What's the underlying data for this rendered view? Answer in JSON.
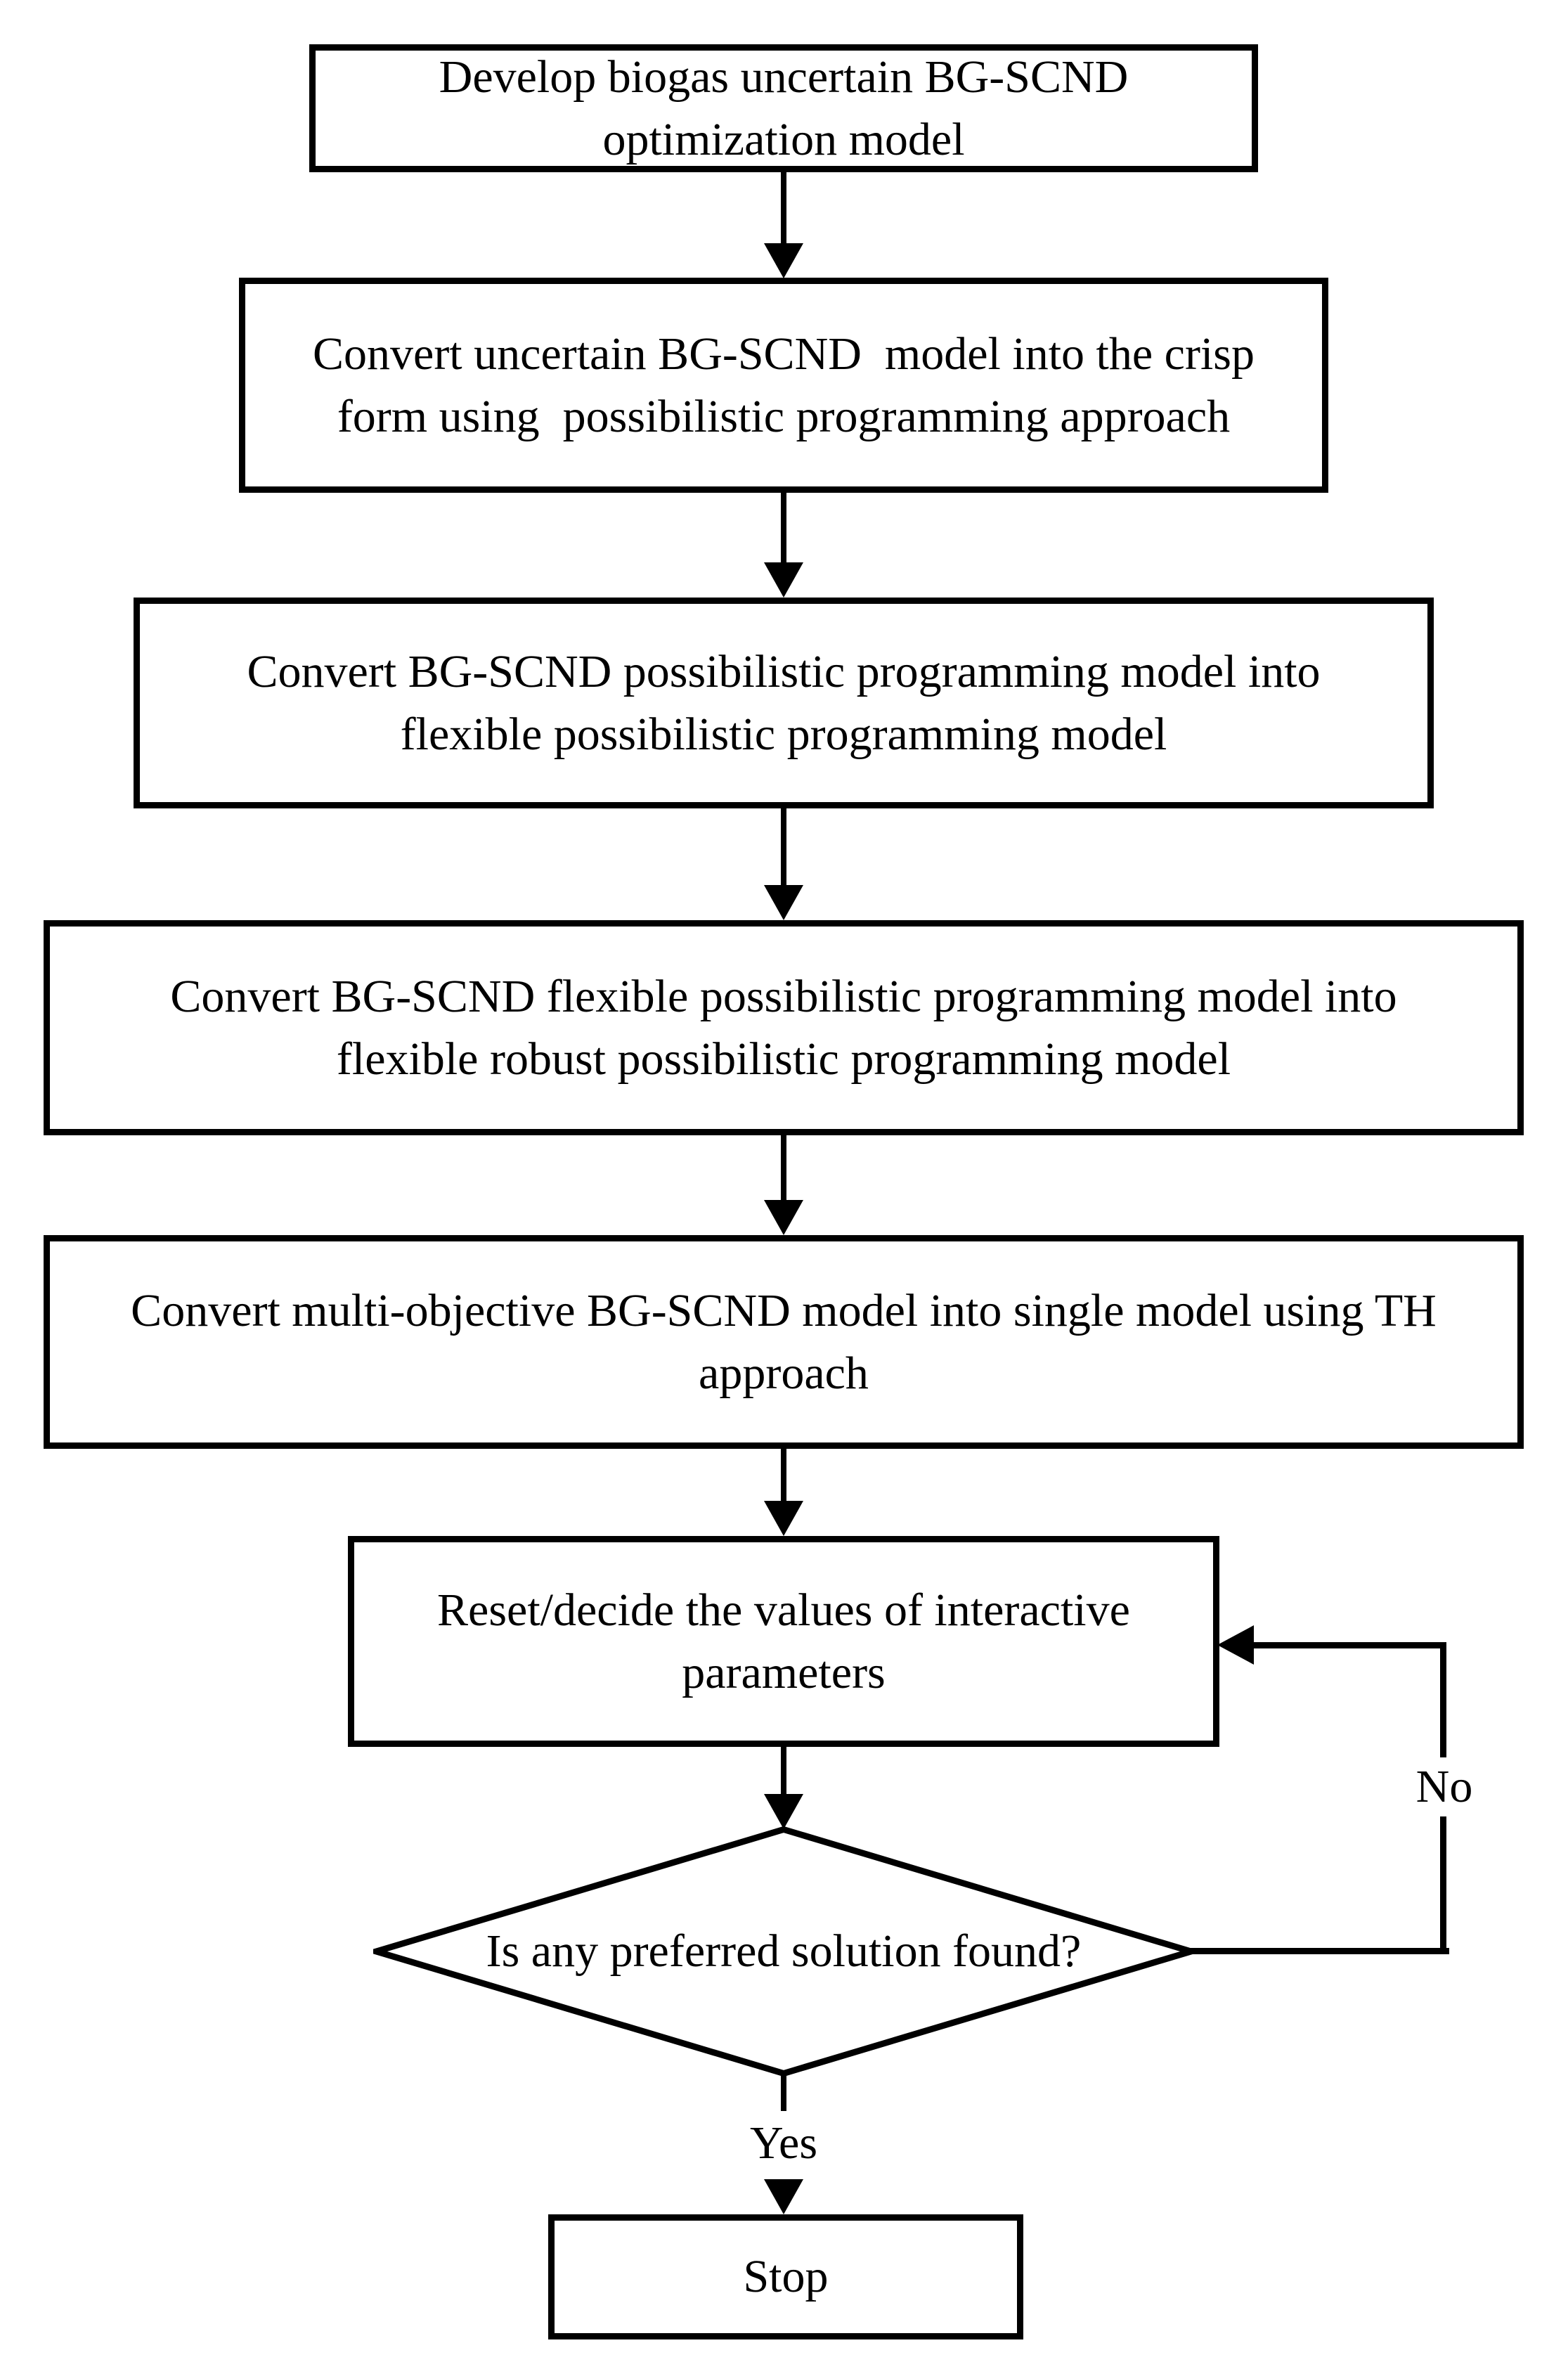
{
  "figure": {
    "type": "flowchart",
    "background": "#ffffff",
    "line_color": "#000000",
    "boxes": [
      {
        "id": "develop-model",
        "text": "Develop biogas uncertain BG-SCND\noptimization model"
      },
      {
        "id": "convert-crisp",
        "text": "Convert uncertain BG-SCND  model into the crisp\nform using  possibilistic programming approach"
      },
      {
        "id": "convert-flexible",
        "text": "Convert BG-SCND possibilistic programming model into\nflexible possibilistic programming model"
      },
      {
        "id": "convert-robust",
        "text": "Convert BG-SCND flexible possibilistic programming model into\nflexible robust possibilistic programming model"
      },
      {
        "id": "convert-single",
        "text": "Convert multi-objective BG-SCND model into single model using TH\napproach"
      },
      {
        "id": "reset-parameters",
        "text": "Reset/decide the values of interactive\nparameters"
      }
    ],
    "decision": {
      "text": "Is any preferred solution found?"
    },
    "terminal": {
      "text": "Stop"
    },
    "edge_labels": {
      "yes": "Yes",
      "no": "No"
    }
  }
}
